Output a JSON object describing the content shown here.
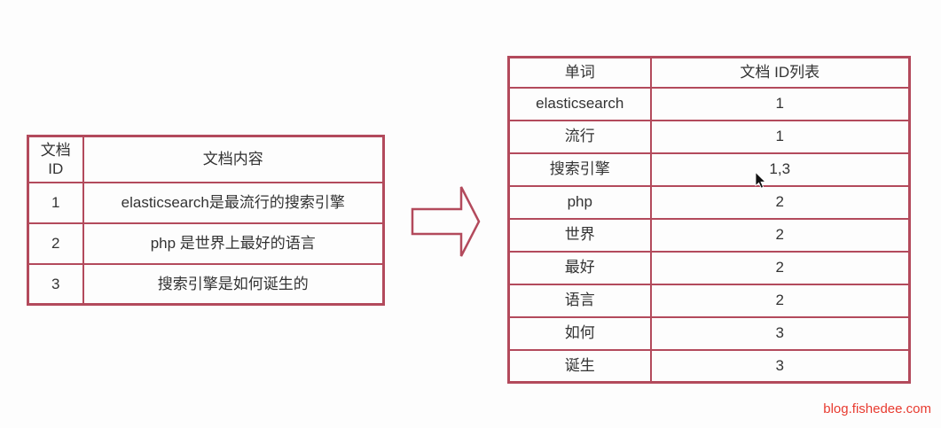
{
  "colors": {
    "table_border": "#b34a5c",
    "text": "#333333",
    "watermark_red": "#e83b30",
    "background": "#fdfdfd",
    "cursor_black": "#111111"
  },
  "doc_table": {
    "headers": [
      "文档 ID",
      "文档内容"
    ],
    "rows": [
      {
        "id": "1",
        "content": "elasticsearch是最流行的搜索引擎"
      },
      {
        "id": "2",
        "content": "php 是世界上最好的语言"
      },
      {
        "id": "3",
        "content": "搜索引擎是如何诞生的"
      }
    ]
  },
  "index_table": {
    "headers": [
      "单词",
      "文档 ID列表"
    ],
    "rows": [
      {
        "word": "elasticsearch",
        "doc_ids": "1"
      },
      {
        "word": "流行",
        "doc_ids": "1"
      },
      {
        "word": "搜索引擎",
        "doc_ids": "1,3"
      },
      {
        "word": "php",
        "doc_ids": "2"
      },
      {
        "word": "世界",
        "doc_ids": "2"
      },
      {
        "word": "最好",
        "doc_ids": "2"
      },
      {
        "word": "语言",
        "doc_ids": "2"
      },
      {
        "word": "如何",
        "doc_ids": "3"
      },
      {
        "word": "诞生",
        "doc_ids": "3"
      }
    ]
  },
  "icons": {
    "arrow": "right-block-arrow",
    "cursor": "mouse-pointer"
  },
  "watermark": {
    "text": "blog.fishedee.com"
  }
}
